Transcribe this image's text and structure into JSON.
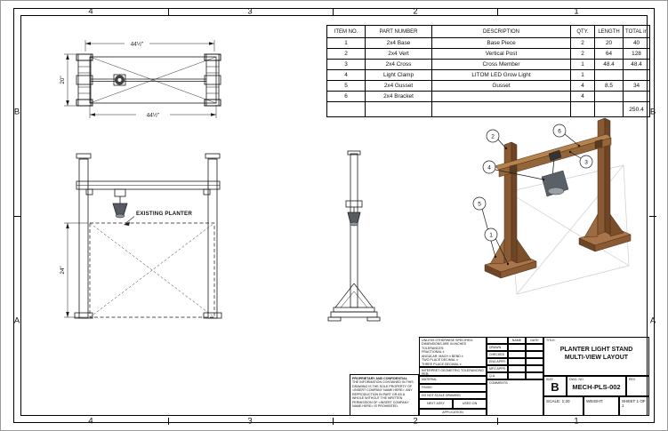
{
  "sheet": {
    "zones_top": [
      "4",
      "3",
      "2",
      "1"
    ],
    "zones_bottom": [
      "4",
      "3",
      "2",
      "1"
    ],
    "zones_left": [
      "B",
      "A"
    ],
    "zones_right": [
      "B",
      "A"
    ]
  },
  "bom": {
    "headers": [
      "ITEM NO.",
      "PART NUMBER",
      "DESCRIPTION",
      "QTY.",
      "LENGTH",
      "TOTAL in"
    ],
    "rows": [
      [
        "1",
        "2x4 Base",
        "Base Piece",
        "2",
        "20",
        "40"
      ],
      [
        "2",
        "2x4 Vert",
        "Vertical Post",
        "2",
        "64",
        "128"
      ],
      [
        "3",
        "2x4 Cross",
        "Cross Member",
        "1",
        "48.4",
        "48.4"
      ],
      [
        "4",
        "Light Clamp",
        "LITOM LED Grow Light",
        "1",
        "",
        ""
      ],
      [
        "5",
        "2x4 Gusset",
        "Gusset",
        "4",
        "8.5",
        "34"
      ],
      [
        "6",
        "2x4 Bracket",
        "",
        "4",
        "",
        ""
      ]
    ],
    "total": "250.4"
  },
  "views": {
    "top": {
      "dim_top": "44½\"",
      "dim_left": "20\"",
      "dim_bottom": "44½\""
    },
    "front": {
      "planter_label": "EXISTING PLANTER",
      "dim_left": "24\""
    },
    "iso": {
      "balloons": [
        "1",
        "2",
        "3",
        "4",
        "5",
        "6"
      ]
    }
  },
  "title_block": {
    "tol1": "UNLESS OTHERWISE SPECIFIED:",
    "tol2": "DIMENSIONS ARE IN INCHES",
    "tol3": "TOLERANCES:",
    "tol4": "FRACTIONAL ±",
    "tol5": "ANGULAR: MACH ±  BEND ±",
    "tol6": "TWO PLACE DECIMAL    ±",
    "tol7": "THREE PLACE DECIMAL  ±",
    "interpret": "INTERPRET GEOMETRIC TOLERANCING PER:",
    "material_label": "MATERIAL",
    "finish_label": "FINISH",
    "do_not_scale": "DO NOT SCALE DRAWING",
    "name_col": "NAME",
    "date_col": "DATE",
    "sign_rows": [
      "DRAWN",
      "CHECKED",
      "ENG APPR.",
      "MFG APPR.",
      "Q.A.",
      "COMMENTS:"
    ],
    "title_label": "TITLE:",
    "title_line1": "PLANTER LIGHT STAND",
    "title_line2": "MULTI-VIEW LAYOUT",
    "size_label": "SIZE",
    "size_value": "B",
    "dwg_label": "DWG.  NO.",
    "dwg_value": "MECH-PLS-002",
    "rev_label": "REV",
    "scale_label": "SCALE: 1:20",
    "weight_label": "WEIGHT:",
    "sheet_label": "SHEET 1 OF 1",
    "proprietary_title": "PROPRIETARY AND CONFIDENTIAL",
    "proprietary_body": "THE INFORMATION CONTAINED IN THIS DRAWING IS THE SOLE PROPERTY OF <INSERT COMPANY NAME HERE>. ANY REPRODUCTION IN PART OR AS A WHOLE WITHOUT THE WRITTEN PERMISSION OF <INSERT COMPANY NAME HERE> IS PROHIBITED.",
    "next_assy": "NEXT ASSY",
    "used_on": "USED ON",
    "application": "APPLICATION"
  }
}
